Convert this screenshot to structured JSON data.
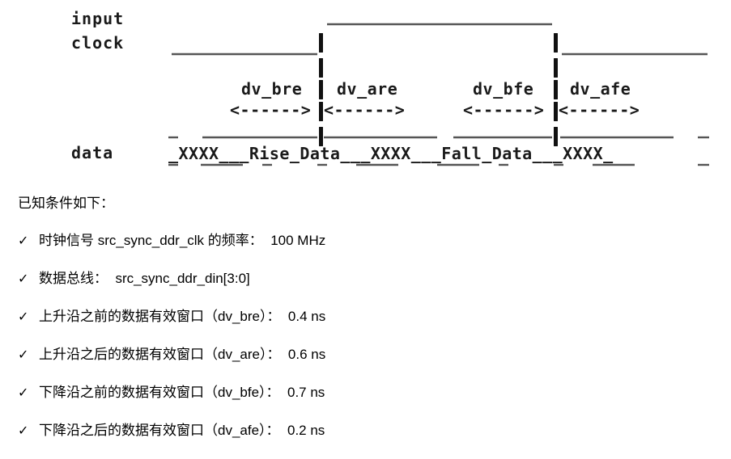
{
  "diagram": {
    "name": "ddr-source-synchronous-timing-ascii-art",
    "signal_labels": {
      "clock": "input\nclock",
      "data": "data"
    },
    "window_labels": [
      "dv_bre",
      "dv_are",
      "dv_bfe",
      "dv_afe"
    ],
    "data_fields": [
      "XXXX",
      "Rise_Data",
      "XXXX",
      "Fall_Data",
      "XXXX"
    ],
    "arrow_glyph": "<------>",
    "edge_marker_glyph": "|",
    "ascii": "input\nclock      ________|‾‾‾‾‾‾‾‾‾‾‾‾‾‾‾‾‾‾|________\n                   |                    |\n           dv_bre  |  dv_are    dv_bfe  |  dv_afe\n           <------>|<------>    <------>|<------>\n            ______ | ______      ______ | ______\ndata       _XXXX___|_Rise_Data___XXXX___|_Fall_Data___XXXX_",
    "ascii_lines": [
      "input",
      "clock",
      "dv_bre | dv_are   dv_bfe | dv_afe",
      "<------>|<------>  <------>|<------>",
      "data  _XXXX___Rise_Data___XXXX___Fall_Data___XXXX_"
    ]
  },
  "content": {
    "intro": "已知条件如下：",
    "check_glyph": "✓",
    "bullets": [
      "时钟信号 src_sync_ddr_clk 的频率：  100 MHz",
      "数据总线：  src_sync_ddr_din[3:0]",
      "上升沿之前的数据有效窗口（dv_bre）：  0.4 ns",
      "上升沿之后的数据有效窗口（dv_are）：  0.6 ns",
      "下降沿之前的数据有效窗口（dv_bfe）：  0.7 ns",
      "下降沿之后的数据有效窗口（dv_afe）：  0.2 ns"
    ],
    "parameters": [
      {
        "name": "src_sync_ddr_clk",
        "label": "时钟信号频率",
        "value": "100 MHz"
      },
      {
        "name": "src_sync_ddr_din[3:0]",
        "label": "数据总线",
        "value": "src_sync_ddr_din[3:0]"
      },
      {
        "name": "dv_bre",
        "label": "上升沿之前的数据有效窗口",
        "value": "0.4 ns"
      },
      {
        "name": "dv_are",
        "label": "上升沿之后的数据有效窗口",
        "value": "0.6 ns"
      },
      {
        "name": "dv_bfe",
        "label": "下降沿之前的数据有效窗口",
        "value": "0.7 ns"
      },
      {
        "name": "dv_afe",
        "label": "下降沿之后的数据有效窗口",
        "value": "0.2 ns"
      }
    ]
  },
  "colors": {
    "background": "#ffffff",
    "text": "#000000",
    "diagram_ink": "#1a1a1a"
  }
}
